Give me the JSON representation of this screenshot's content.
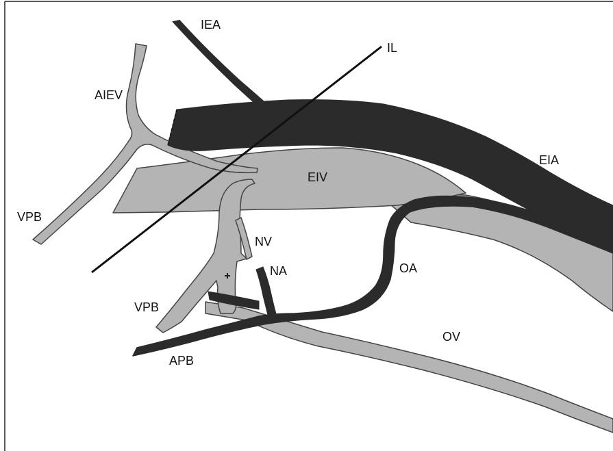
{
  "colors": {
    "artery": "#2b2b2b",
    "vein": "#b4b4b4",
    "outline": "#444444",
    "line": "#111111",
    "frame": "#222222"
  },
  "labels": {
    "iea": "IEA",
    "il": "IL",
    "aiev": "AIEV",
    "eia": "EIA",
    "eiv": "EIV",
    "vpb_left": "VPB",
    "nv": "NV",
    "na": "NA",
    "oa": "OA",
    "vpb_lower": "VPB",
    "ov": "OV",
    "apb": "APB"
  }
}
